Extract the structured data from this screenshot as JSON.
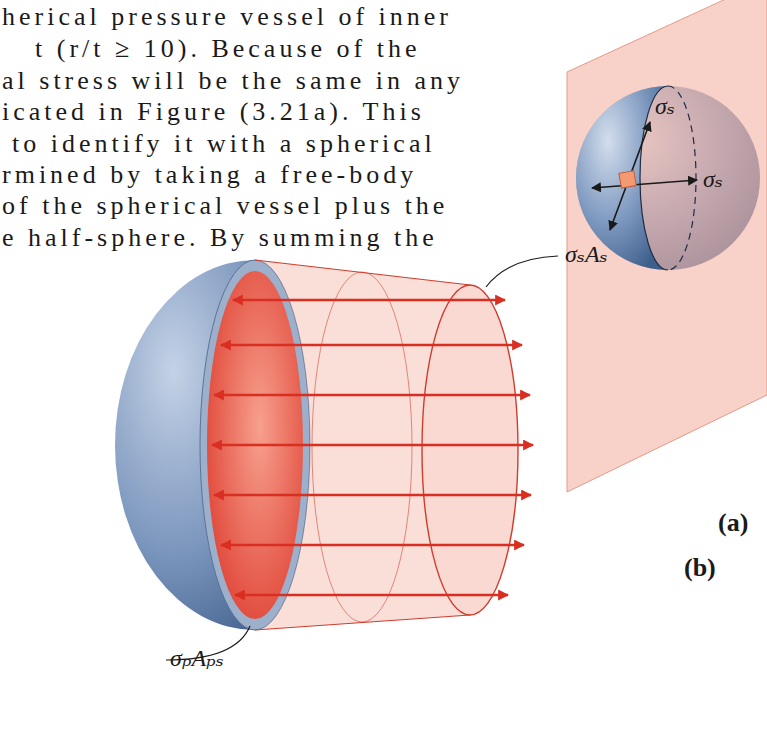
{
  "diagram": {
    "labels": [
      "herical pressure vessel of inner",
      "t (r/t ≥ 10). Because of the",
      "al stress will be the same in any",
      "icated in Figure (3.21a). This",
      "to identify it with a spherical",
      "rmined by taking a free-body",
      "of the spherical vessel plus the",
      "e half-sphere. By summing the",
      "σₛ",
      "σₛ",
      "(a)",
      "(b)",
      "σₛAₛ",
      "σₚAₚₛ"
    ]
  }
}
